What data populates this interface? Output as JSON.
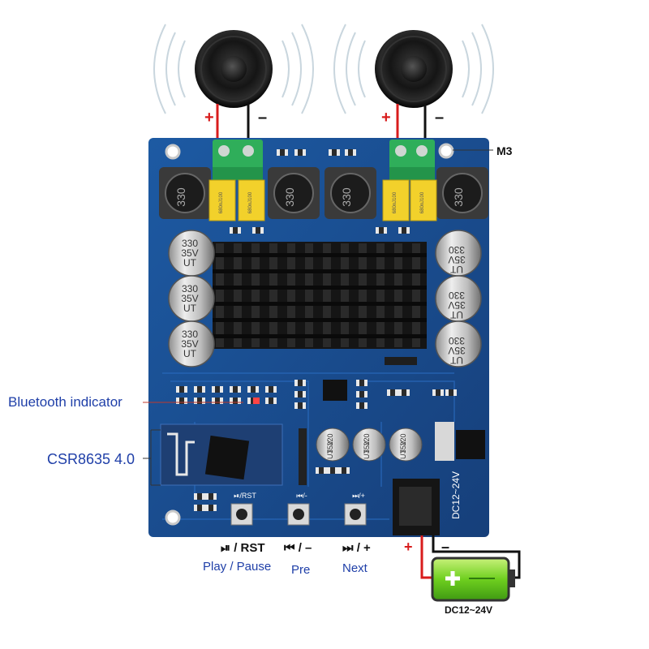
{
  "annotations": {
    "m3": "M3",
    "bluetooth_indicator": "Bluetooth indicator",
    "csr_module": "CSR8635 4.0",
    "dc_range": "DC12~24V"
  },
  "polarity": {
    "plus": "+",
    "minus": "–"
  },
  "buttons": [
    {
      "symbol": "⏯",
      "action": "/ RST",
      "caption": "Play / Pause"
    },
    {
      "symbol": "⏮",
      "action": "/ –",
      "caption": "Pre"
    },
    {
      "symbol": "⏭",
      "action": "/ +",
      "caption": "Next"
    }
  ],
  "board": {
    "silkscreen_dc": "DC12~24V",
    "inductor_marking": "330",
    "capacitor_large": [
      "330",
      "35V",
      "UT"
    ],
    "capacitor_small": [
      "220",
      "35V",
      "UT"
    ],
    "film_cap_marking": "680nJ100",
    "pcb_button_labels": [
      "⏯/RST",
      "⏮/-",
      "⏭/+"
    ]
  },
  "colors": {
    "pcb": "#1a4d8f",
    "terminal": "#2fae5a",
    "film_cap": "#f2d12b",
    "wire_red": "#d81c1c",
    "wire_black": "#111111",
    "label_blue": "#1f3fa8",
    "battery_green": "#7bd62a"
  }
}
